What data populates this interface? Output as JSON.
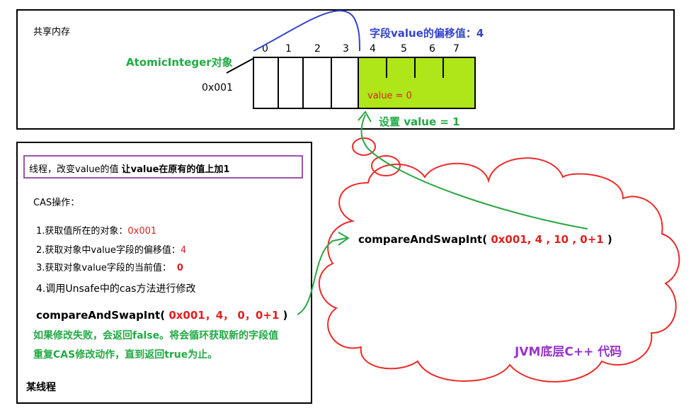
{
  "shared_memory": {
    "title": "共享内存",
    "object_label": "AtomicInteger对象",
    "address": "0x001",
    "offset_label": "字段value的偏移值：4",
    "cell_indices": [
      "0",
      "1",
      "2",
      "3",
      "4",
      "5",
      "6",
      "7"
    ],
    "value_text": "value =  0",
    "set_value_label": "设置 value = 1"
  },
  "thread_panel": {
    "header_normal": "线程，改变value的值 ",
    "header_bold": "让value在原有的值上加1",
    "cas_title": "CAS操作：",
    "steps": [
      {
        "text": "1.获取值所在的对象：",
        "value": "0x001"
      },
      {
        "text": "2.获取对象中value字段的偏移值：",
        "value": "4"
      },
      {
        "text": "3.获取对象value字段的当前值：",
        "value": "0"
      },
      {
        "text": "4.调用Unsafe中的cas方法进行修改",
        "value": ""
      }
    ],
    "call_name": "compareAndSwapInt(",
    "call_args": " 0x001，4， 0，0+1",
    "call_close": " )",
    "fail_line1": "如果修改失败，会返回false。将会循环获取新的字段值",
    "fail_line2": "重复CAS修改动作，直到返回true为止。",
    "thread_name": "某线程"
  },
  "cloud": {
    "call_name": "compareAndSwapInt(",
    "call_args": " 0x001, 4 , 10 ,   0+1",
    "call_close": " )",
    "caption": "JVM底层C++ 代码"
  },
  "colors": {
    "green_text": "#22aa44",
    "red_text": "#e02020",
    "blue_text": "#3344cc",
    "purple_text": "#9933cc",
    "highlight_fill": "#aee619",
    "cloud_stroke": "#ee2a2a",
    "header_border": "#9955aa",
    "arrow_green": "#2aa844",
    "arrow_blue": "#3344cc"
  }
}
